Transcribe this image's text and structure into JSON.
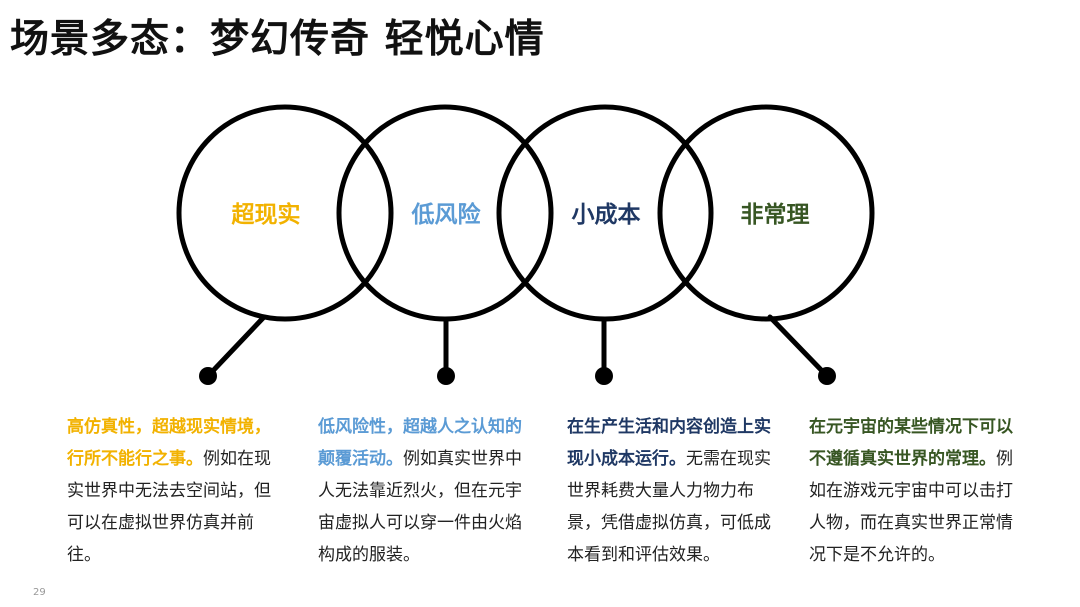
{
  "title": "场景多态：梦幻传奇 轻悦心情",
  "page_number": "29",
  "items": [
    {
      "key": "surreal",
      "label": "超现实",
      "color": "#f2b200",
      "highlight": "高仿真性，超越现实情境，行所不能行之事。",
      "text": "例如在现实世界中无法去空间站，但可以在虚拟世界仿真并前往。"
    },
    {
      "key": "low-risk",
      "label": "低风险",
      "color": "#5b9bd5",
      "highlight": "低风险性，超越人之认知的颠覆活动。",
      "text": "例如真实世界中人无法靠近烈火，但在元宇宙虚拟人可以穿一件由火焰构成的服装。"
    },
    {
      "key": "low-cost",
      "label": "小成本",
      "color": "#1f3864",
      "highlight": "在生产生活和内容创造上实现小成本运行。",
      "text": "无需在现实世界耗费大量人力物力布景，凭借虚拟仿真，可低成本看到和评估效果。"
    },
    {
      "key": "unconventional",
      "label": "非常理",
      "color": "#375623",
      "highlight": "在元宇宙的某些情况下可以不遵循真实世界的常理。",
      "text": "例如在游戏元宇宙中可以击打人物，而在真实世界正常情况下是不允许的。"
    }
  ]
}
